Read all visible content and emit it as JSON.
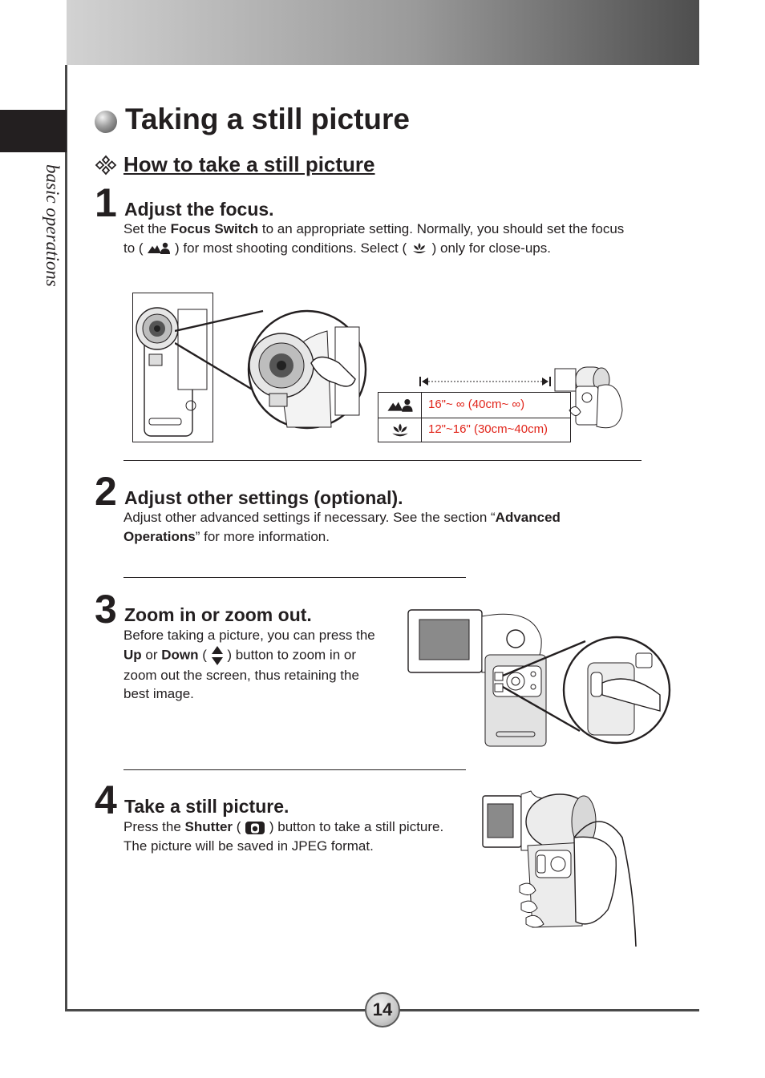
{
  "sidebar": {
    "section_label": "basic operations"
  },
  "page": {
    "title": "Taking a still picture",
    "subtitle": "How to take a still picture",
    "number": "14"
  },
  "steps": [
    {
      "number": "1",
      "heading": "Adjust the focus.",
      "text": [
        "Set the ",
        "Focus Switch",
        " to an appropriate setting. Normally, you should set the focus to ( ",
        " ) for most shooting conditions. Select ( ",
        " ) only for close-ups."
      ]
    },
    {
      "number": "2",
      "heading": "Adjust other settings (optional).",
      "text": [
        "Adjust other advanced settings if necessary. See the section “",
        "Advanced Operations",
        "” for more information."
      ]
    },
    {
      "number": "3",
      "heading": "Zoom in or zoom out.",
      "text": [
        "Before taking a picture, you can press the ",
        "Up",
        " or ",
        "Down",
        " ( ",
        " ) button to zoom in or zoom out the screen, thus retaining the best image."
      ]
    },
    {
      "number": "4",
      "heading": "Take a still picture.",
      "text": [
        "Press the ",
        "Shutter",
        " ( ",
        " ) button to take a still picture. The picture will be saved in JPEG format."
      ]
    }
  ],
  "focus_table": {
    "rows": [
      {
        "icon": "landscape-portrait-icon",
        "range": "16\"~ ∞ (40cm~ ∞)"
      },
      {
        "icon": "macro-flower-icon",
        "range": "12\"~16\" (30cm~40cm)"
      }
    ]
  },
  "colors": {
    "range_text": "#e1251b",
    "rule": "#231f20",
    "band_dark": "#4e4e4e"
  }
}
